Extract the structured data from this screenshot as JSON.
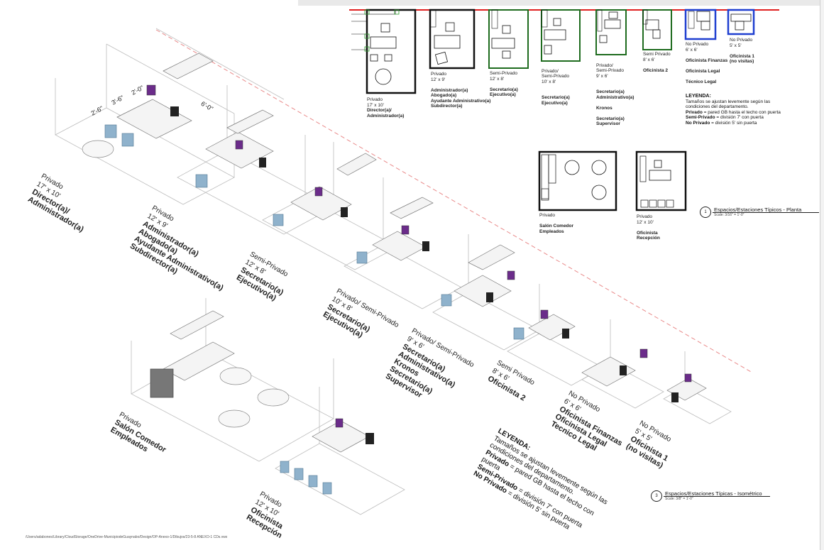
{
  "plan_spaces": [
    {
      "id": "dir",
      "name": "Privado",
      "size": "17' x 10'",
      "roles": [
        "Director(a)/",
        "Administrador(a)"
      ]
    },
    {
      "id": "adm",
      "name": "Privado",
      "size": "12' x 9'",
      "roles": [
        "Administrador(a)",
        "Abogado(a)",
        "Ayudante Administrativo(a)",
        "Subdirector(a)"
      ]
    },
    {
      "id": "semi",
      "name": "Semi-Privado",
      "size": "12' x 8'",
      "roles": [
        "Secretario(a)",
        "Ejecutivo(a)"
      ]
    },
    {
      "id": "psp10",
      "name": "Privado/\nSemi-Privado",
      "size": "10' x 8'",
      "roles": [
        "Secretario(a)",
        "Ejecutivo(a)"
      ]
    },
    {
      "id": "psp9",
      "name": "Privado/\nSemi-Privado",
      "size": "9' x 6'",
      "roles": [
        "Secretario(a)",
        "Administrativo(a)",
        "Kronos",
        "Secretario(a)",
        "Supervisor"
      ]
    },
    {
      "id": "sp8",
      "name": "Semi Privado",
      "size": "8' x 6'",
      "roles": [
        "Oficinista 2"
      ]
    },
    {
      "id": "np6",
      "name": "No Privado",
      "size": "6' x 6'",
      "roles": [
        "Oficinista Finanzas",
        "Oficinista Legal",
        "Técnico Legal"
      ]
    },
    {
      "id": "np5",
      "name": "No Privado",
      "size": "5' x 5'",
      "roles": [
        "Oficinista 1",
        "(no visitas)"
      ]
    }
  ],
  "plan_spaces_bottom": [
    {
      "id": "salon",
      "name": "Privado",
      "size": "",
      "roles": [
        "Salón Comedor",
        "Empleados"
      ]
    },
    {
      "id": "recep",
      "name": "Privado",
      "size": "12' x 10'",
      "roles": [
        "Oficinista",
        "Recepción"
      ]
    }
  ],
  "legend": {
    "title": "LEYENDA:",
    "line1": "Tamaños se ajustan levemente según las condiciones del departamento.",
    "line2_b": "Privado",
    "line2": " = pared GB hasta el techo con puerta",
    "line3_b": "Semi-Privado",
    "line3": " = división 7' con puerta",
    "line4_b": "No Privado",
    "line4": " = división 5' sin puerta"
  },
  "title_plan": {
    "num": "1",
    "title": "Espacios/Estaciones Típicos - Planta",
    "scale": "Scale: 3/16\" = 1'-0\""
  },
  "title_iso": {
    "num": "3",
    "title": "Espacios/Estaciones Típicas - Isométrico",
    "scale": "Scale: 3/8\" = 1'-0\""
  },
  "dims": {
    "d1": "2'-6\"",
    "d2": "3'-6\"",
    "d3": "2'-0\"",
    "d4": "6'-0\""
  },
  "iso_labels": [
    {
      "id": "iso-dir",
      "name": "Privado",
      "size": "17' x 10'",
      "roles": [
        "Director(a)/",
        "Administrador(a)"
      ]
    },
    {
      "id": "iso-adm",
      "name": "Privado",
      "size": "12' x 9'",
      "roles": [
        "Administrador(a)",
        "Abogado(a)",
        "Ayudante Administrativo(a)",
        "Subdirector(a)"
      ]
    },
    {
      "id": "iso-semi",
      "name": "Semi-Privado",
      "size": "12' x 8'",
      "roles": [
        "Secretario(a)",
        "Ejecutivo(a)"
      ]
    },
    {
      "id": "iso-psp10",
      "name": "Privado/ Semi-Privado",
      "size": "10' x 8'",
      "roles": [
        "Secretario(a)",
        "Ejecutivo(a)"
      ]
    },
    {
      "id": "iso-psp9",
      "name": "Privado/ Semi-Privado",
      "size": "9' x 6'",
      "roles": [
        "Secretario(a)",
        "Administrativo(a)",
        "Kronos",
        "Secretario(a)",
        "Supervisor"
      ]
    },
    {
      "id": "iso-sp8",
      "name": "Semi Privado",
      "size": "8' x 6'",
      "roles": [
        "Oficinista 2"
      ]
    },
    {
      "id": "iso-np6",
      "name": "No Privado",
      "size": "6' x 6'",
      "roles": [
        "Oficinista Finanzas",
        "Oficinista Legal",
        "Tecnico Legal"
      ]
    },
    {
      "id": "iso-np5",
      "name": "No Privado",
      "size": "5' x 5'",
      "roles": [
        "Oficinista 1",
        "(no visitas)"
      ]
    },
    {
      "id": "iso-salon",
      "name": "Privado",
      "size": "",
      "roles": [
        "Salón Comedor",
        "Empleados"
      ]
    },
    {
      "id": "iso-recep",
      "name": "Privado",
      "size": "12' x 10'",
      "roles": [
        "Oficinista",
        "Recepción"
      ]
    }
  ],
  "file_path": "/Users/adabones/Library/CloudStorage/OneDrive-MunicipiodeGuaynabo/Design/OP-Anexo-1/Dibujos/23-5-8 ANEXO-1 CDs.vwx",
  "colors": {
    "accent_red": "#e02020",
    "private_black": "#111111",
    "semi_green": "#1e6b1e",
    "nonpriv_blue": "#1f3fd0",
    "chair_blue": "#8fb2cc",
    "monitor": "#6b2c8a"
  }
}
